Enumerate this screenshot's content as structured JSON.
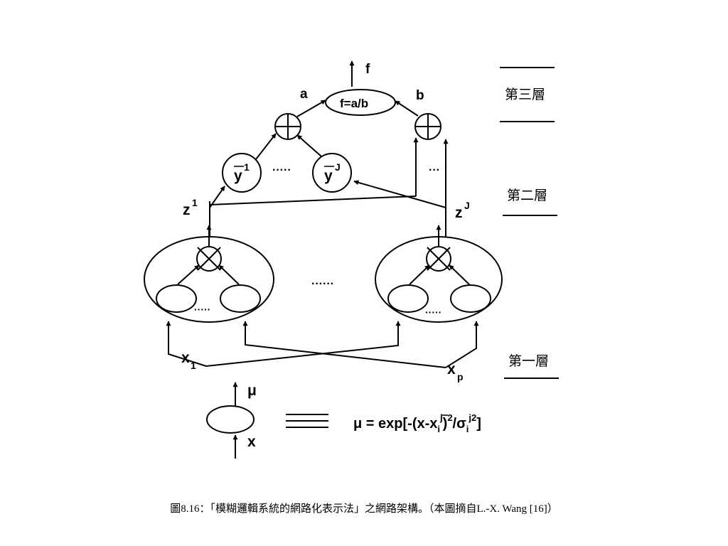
{
  "diagram": {
    "output_label": "f",
    "output_node": "f=a/b",
    "sum_a_label": "a",
    "sum_b_label": "b",
    "y_first": "y",
    "y_first_sup": "1",
    "y_last": "y",
    "y_last_sup": "J",
    "mid_dots": "·····",
    "b_dots": "···",
    "z_first": "z",
    "z_first_sup": "1",
    "z_last": "z",
    "z_last_sup": "J",
    "rule_dots": "······",
    "left_inner_dots": "·····",
    "right_inner_dots": "·····",
    "x_first": "x",
    "x_first_sub": "1",
    "x_last": "x",
    "x_last_sub": "p"
  },
  "layers": {
    "third": "第三層",
    "second": "第二層",
    "first": "第一層"
  },
  "legend": {
    "mu_label": "μ",
    "x_label": "x",
    "formula_prefix": "μ = exp[-(x-",
    "formula_xbar": "x",
    "formula_sub_i": "i",
    "formula_sup_j": "j",
    "formula_close": ")",
    "formula_sup_2": "2",
    "formula_div": "/σ",
    "formula_sub_i2": "i",
    "formula_sup_j2": "j2",
    "formula_end": "]"
  },
  "caption": "圖8.16：「模糊邏輯系統的網路化表示法」之網路架構。（本圖摘自L.-X. Wang [16]）"
}
